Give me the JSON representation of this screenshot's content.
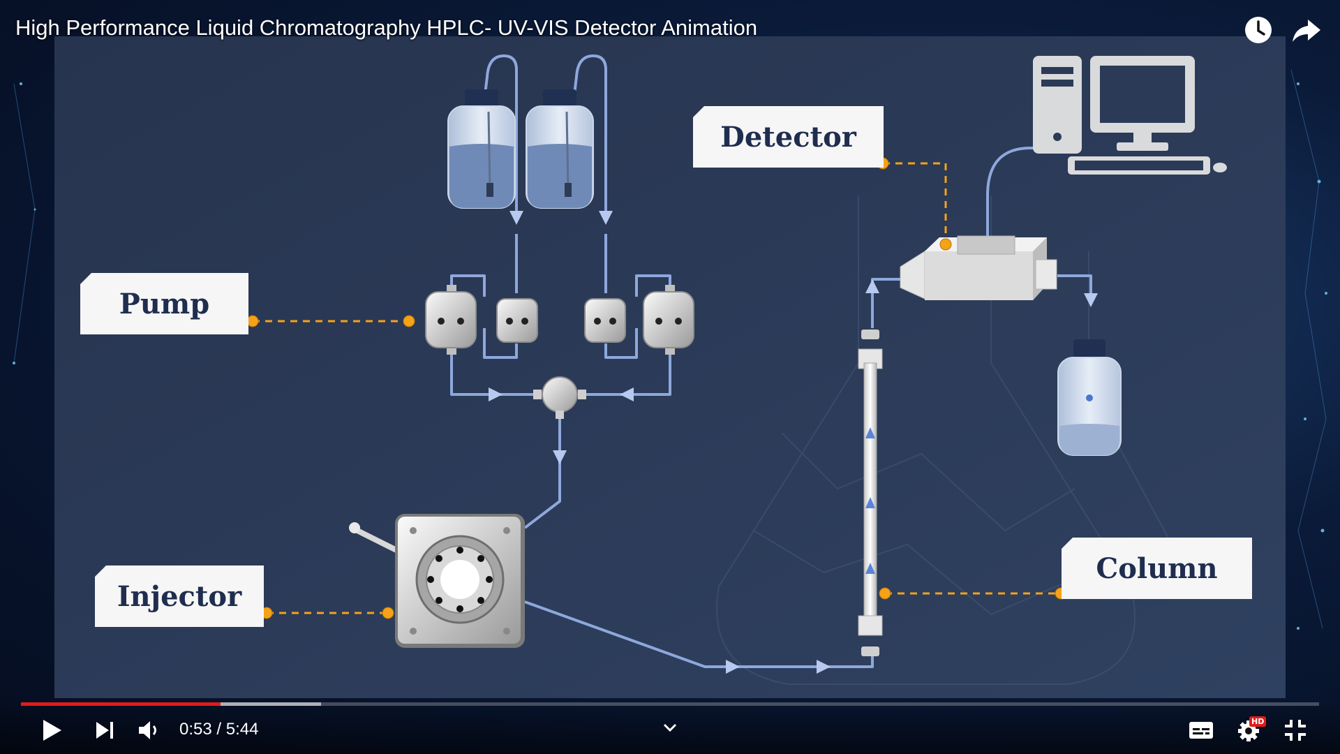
{
  "video": {
    "title": "High Performance Liquid Chromatography HPLC- UV-VIS Detector Animation",
    "current_time": "0:53",
    "separator": "/",
    "duration": "5:44",
    "played_fraction": 0.154,
    "buffered_fraction": 0.231,
    "progress_color": "#e31b1b",
    "quality_badge": "HD"
  },
  "diagram": {
    "labels": {
      "pump": "Pump",
      "injector": "Injector",
      "detector": "Detector",
      "column": "Column"
    },
    "accent_color": "#f4a21a",
    "tube_color": "#8ea8dc"
  },
  "icons": {
    "watch_later": "clock-icon",
    "share": "share-arrow-icon",
    "play": "play-icon",
    "next": "skip-next-icon",
    "volume": "volume-icon",
    "chevron": "chevron-down-icon",
    "captions": "captions-icon",
    "settings": "gear-icon",
    "fullscreen_exit": "exit-fullscreen-icon"
  }
}
